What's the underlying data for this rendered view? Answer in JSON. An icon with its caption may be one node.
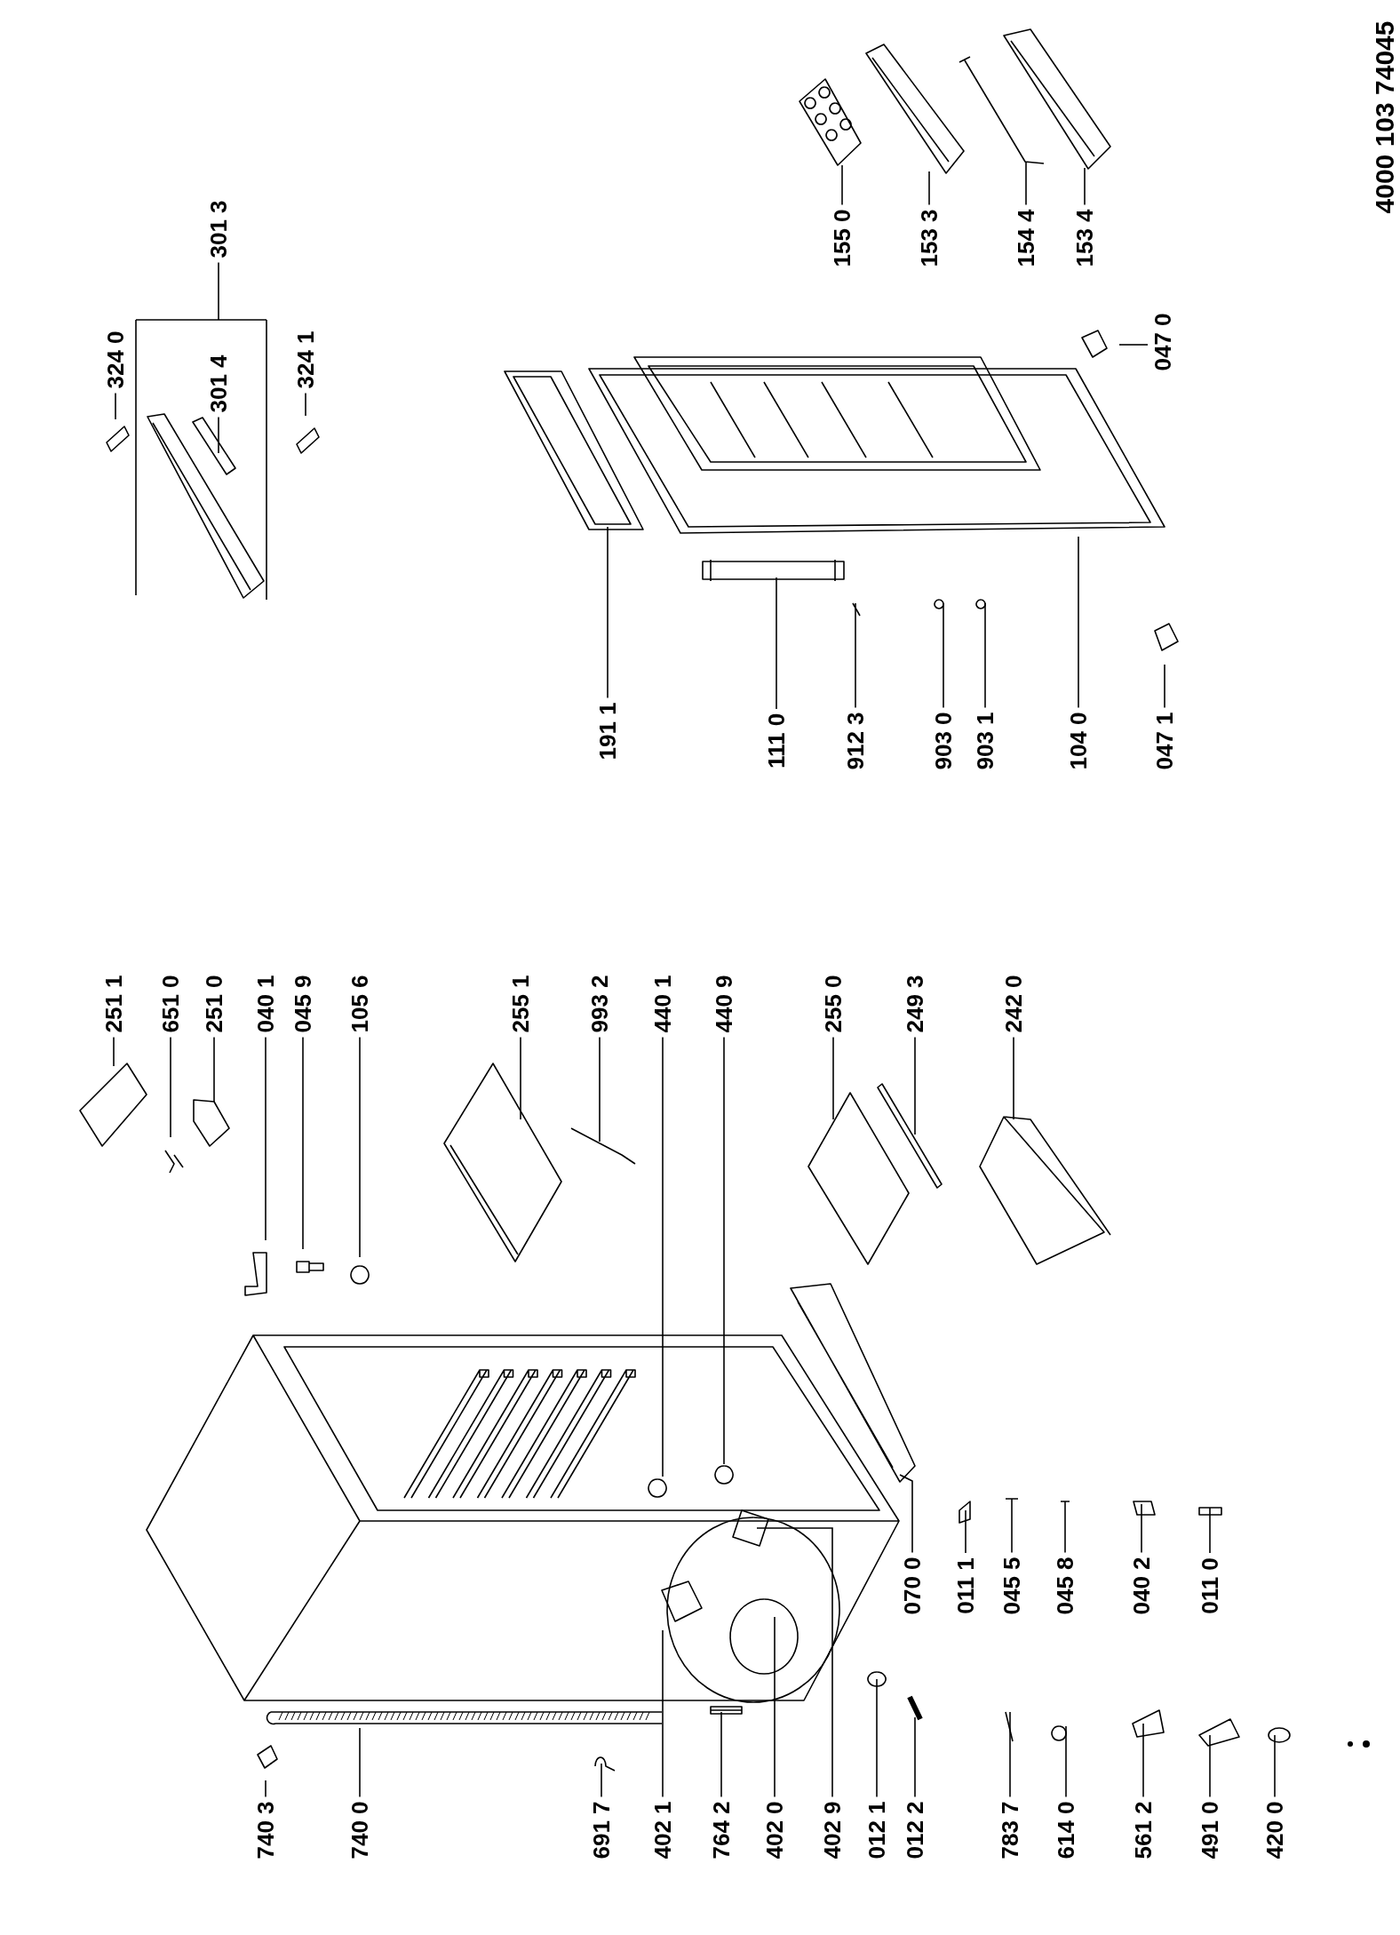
{
  "diagram": {
    "nodes": [
      {
        "text": [
          "324 0"
        ]
      },
      {
        "text": [
          "301 3"
        ]
      },
      {
        "text": [
          "301 4"
        ]
      },
      {
        "text": [
          "324 1"
        ]
      },
      {
        "text": [
          "155 0"
        ]
      },
      {
        "text": [
          "153 3"
        ]
      },
      {
        "text": [
          "154 4"
        ]
      },
      {
        "text": [
          "153 4"
        ]
      },
      {
        "text": [
          "047 0"
        ]
      },
      {
        "text": [
          "191 1"
        ]
      },
      {
        "text": [
          "111 0"
        ]
      },
      {
        "text": [
          "912 3"
        ]
      },
      {
        "text": [
          "903 0"
        ]
      },
      {
        "text": [
          "903 1"
        ]
      },
      {
        "text": [
          "104 0"
        ]
      },
      {
        "text": [
          "047 1"
        ]
      },
      {
        "text": [
          "251 1"
        ]
      },
      {
        "text": [
          "651 0"
        ]
      },
      {
        "text": [
          "251 0"
        ]
      },
      {
        "text": [
          "040 1"
        ]
      },
      {
        "text": [
          "045 9"
        ]
      },
      {
        "text": [
          "105 6"
        ]
      },
      {
        "text": [
          "255 1"
        ]
      },
      {
        "text": [
          "993 2"
        ]
      },
      {
        "text": [
          "440 1"
        ]
      },
      {
        "text": [
          "440 9"
        ]
      },
      {
        "text": [
          "255 0"
        ]
      },
      {
        "text": [
          "249 3"
        ]
      },
      {
        "text": [
          "242 0"
        ]
      },
      {
        "text": [
          "740 3"
        ]
      },
      {
        "text": [
          "740 0"
        ]
      },
      {
        "text": [
          "691 7"
        ]
      },
      {
        "text": [
          "402 1"
        ]
      },
      {
        "text": [
          "764 2"
        ]
      },
      {
        "text": [
          "402 0"
        ]
      },
      {
        "text": [
          "402 9"
        ]
      },
      {
        "text": [
          "012 1"
        ]
      },
      {
        "text": [
          "012 2"
        ]
      },
      {
        "text": [
          "070 0"
        ]
      },
      {
        "text": [
          "011 1"
        ]
      },
      {
        "text": [
          "045 5"
        ]
      },
      {
        "text": [
          "045 8"
        ]
      },
      {
        "text": [
          "040 2"
        ]
      },
      {
        "text": [
          "011 0"
        ]
      },
      {
        "text": [
          "783 7"
        ]
      },
      {
        "text": [
          "614 0"
        ]
      },
      {
        "text": [
          "561 2"
        ]
      },
      {
        "text": [
          "491 0"
        ]
      },
      {
        "text": [
          "420 0"
        ]
      },
      {
        "text": [],
        "shape": "bar"
      }
    ],
    "edges": [
      {
        "from": 0,
        "to": null,
        "arrow": "none"
      },
      {
        "from": 1,
        "to": 49,
        "arrow": "none"
      },
      {
        "from": 2,
        "to": null,
        "arrow": "none"
      },
      {
        "from": 3,
        "to": null,
        "arrow": "none"
      },
      {
        "from": 4,
        "to": null,
        "arrow": "none"
      },
      {
        "from": 5,
        "to": null,
        "arrow": "none"
      },
      {
        "from": 6,
        "to": null,
        "arrow": "none"
      },
      {
        "from": 7,
        "to": null,
        "arrow": "none"
      },
      {
        "from": 8,
        "to": null,
        "arrow": "none"
      },
      {
        "from": 9,
        "to": null,
        "arrow": "none"
      },
      {
        "from": 10,
        "to": null,
        "arrow": "none"
      },
      {
        "from": 11,
        "to": null,
        "arrow": "none"
      },
      {
        "from": 12,
        "to": null,
        "arrow": "none"
      },
      {
        "from": 13,
        "to": null,
        "arrow": "none"
      },
      {
        "from": 14,
        "to": null,
        "arrow": "none"
      },
      {
        "from": 15,
        "to": null,
        "arrow": "none"
      },
      {
        "from": 16,
        "to": null,
        "arrow": "none"
      },
      {
        "from": 17,
        "to": null,
        "arrow": "none"
      },
      {
        "from": 18,
        "to": null,
        "arrow": "none"
      },
      {
        "from": 19,
        "to": null,
        "arrow": "none"
      },
      {
        "from": 20,
        "to": null,
        "arrow": "none"
      },
      {
        "from": 21,
        "to": null,
        "arrow": "none"
      },
      {
        "from": 22,
        "to": null,
        "arrow": "none"
      },
      {
        "from": 23,
        "to": null,
        "arrow": "none"
      },
      {
        "from": 24,
        "to": null,
        "arrow": "none"
      },
      {
        "from": 25,
        "to": null,
        "arrow": "none"
      },
      {
        "from": 26,
        "to": null,
        "arrow": "none"
      },
      {
        "from": 27,
        "to": null,
        "arrow": "none"
      },
      {
        "from": 28,
        "to": null,
        "arrow": "none"
      },
      {
        "from": 29,
        "to": null,
        "arrow": "none"
      },
      {
        "from": 30,
        "to": null,
        "arrow": "none"
      },
      {
        "from": 31,
        "to": null,
        "arrow": "none"
      },
      {
        "from": 32,
        "to": null,
        "arrow": "none"
      },
      {
        "from": 33,
        "to": null,
        "arrow": "none"
      },
      {
        "from": 34,
        "to": null,
        "arrow": "none"
      },
      {
        "from": 35,
        "to": null,
        "arrow": "none"
      },
      {
        "from": 36,
        "to": null,
        "arrow": "none"
      },
      {
        "from": 37,
        "to": null,
        "arrow": "none"
      },
      {
        "from": 38,
        "to": null,
        "arrow": "none"
      },
      {
        "from": 39,
        "to": null,
        "arrow": "none"
      },
      {
        "from": 40,
        "to": null,
        "arrow": "none"
      },
      {
        "from": 41,
        "to": null,
        "arrow": "none"
      },
      {
        "from": 42,
        "to": null,
        "arrow": "none"
      },
      {
        "from": 43,
        "to": null,
        "arrow": "none"
      },
      {
        "from": 44,
        "to": null,
        "arrow": "none"
      },
      {
        "from": 45,
        "to": null,
        "arrow": "none"
      },
      {
        "from": 46,
        "to": null,
        "arrow": "none"
      },
      {
        "from": 47,
        "to": null,
        "arrow": "none"
      },
      {
        "from": 48,
        "to": null,
        "arrow": "none"
      }
    ],
    "labels": [
      "4000 103 74045"
    ]
  }
}
